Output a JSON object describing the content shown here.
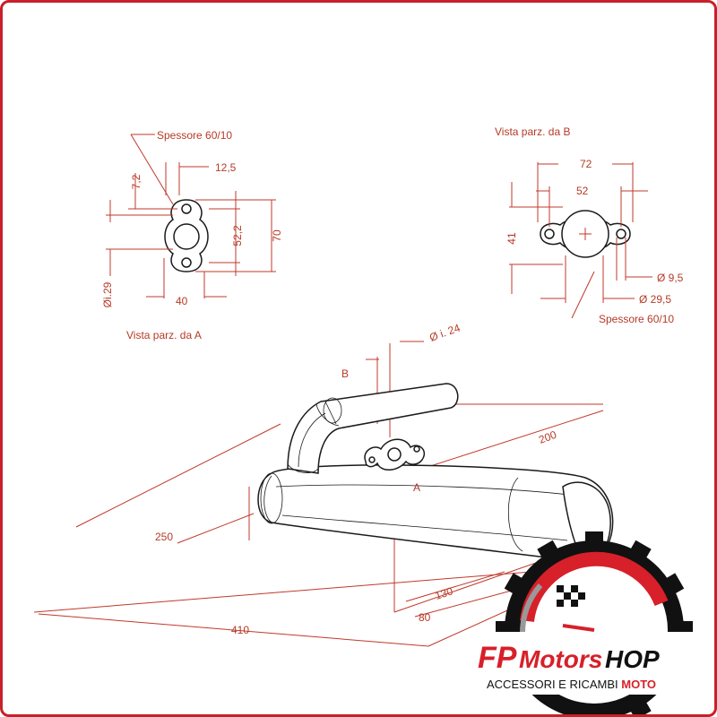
{
  "view_a": {
    "thickness": "Spessore 60/10",
    "d_72": "7,2",
    "d_125": "12,5",
    "d_522": "52,2",
    "d_70": "70",
    "d_i29": "Øi.29",
    "d_40": "40",
    "caption": "Vista parz. da A"
  },
  "view_b": {
    "caption": "Vista parz. da B",
    "d_72": "72",
    "d_52": "52",
    "d_41": "41",
    "d_95": "Ø 9,5",
    "d_295": "Ø 29,5",
    "thickness": "Spessore 60/10"
  },
  "main": {
    "label_b": "B",
    "d_i24": "Ø i. 24",
    "d_200": "200",
    "d_250": "250",
    "label_a": "A",
    "d_130": "130",
    "d_80": "80",
    "d_410": "410"
  },
  "logo": {
    "fp": "FP",
    "motors": "Motors",
    "hop": "HOP",
    "tagline_a": "ACCESSORI E RICAMBI ",
    "tagline_b": "MOTO",
    "accent": "#d7202a"
  }
}
